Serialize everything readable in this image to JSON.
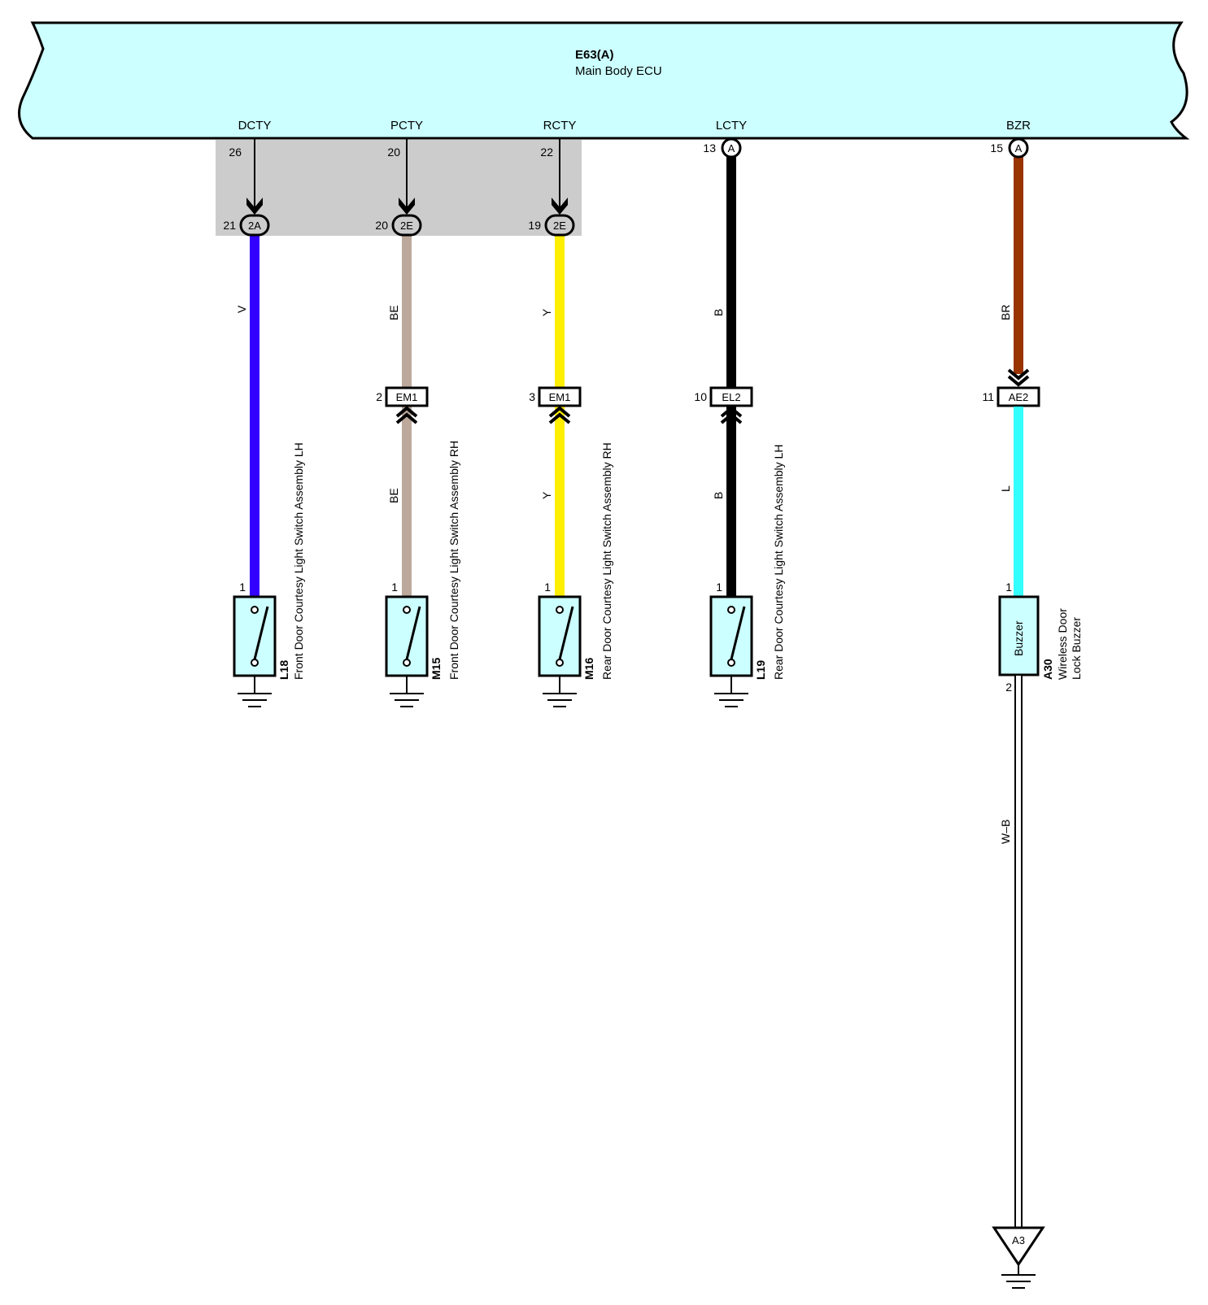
{
  "ecu": {
    "id": "E63(A)",
    "name": "Main Body ECU",
    "fill": "#ccffff"
  },
  "circuits": [
    {
      "signal": "DCTY",
      "ecu_pin": "26",
      "connector": {
        "label": "2A",
        "pin": "21",
        "shape": "oval"
      },
      "wire_upper": {
        "code": "V",
        "color": "#3300ff"
      },
      "component": {
        "pin": "1",
        "id": "L18",
        "name": "Front Door Courtesy Light Switch Assembly LH"
      }
    },
    {
      "signal": "PCTY",
      "ecu_pin": "20",
      "connector": {
        "label": "2E",
        "pin": "20",
        "shape": "oval"
      },
      "wire_upper": {
        "code": "BE",
        "color": "#bca99c"
      },
      "inline": {
        "label": "EM1",
        "pin": "2"
      },
      "wire_lower": {
        "code": "BE",
        "color": "#bca99c"
      },
      "component": {
        "pin": "1",
        "id": "M15",
        "name": "Front Door Courtesy Light Switch Assembly RH"
      }
    },
    {
      "signal": "RCTY",
      "ecu_pin": "22",
      "connector": {
        "label": "2E",
        "pin": "19",
        "shape": "oval"
      },
      "wire_upper": {
        "code": "Y",
        "color": "#ffee00"
      },
      "inline": {
        "label": "EM1",
        "pin": "3"
      },
      "wire_lower": {
        "code": "Y",
        "color": "#ffee00"
      },
      "component": {
        "pin": "1",
        "id": "M16",
        "name": "Rear Door Courtesy Light Switch Assembly RH"
      }
    },
    {
      "signal": "LCTY",
      "ecu_pin": "13",
      "connector": {
        "label": "A",
        "shape": "circle"
      },
      "wire_upper": {
        "code": "B",
        "color": "#000000"
      },
      "inline": {
        "label": "EL2",
        "pin": "10"
      },
      "wire_lower": {
        "code": "B",
        "color": "#000000"
      },
      "component": {
        "pin": "1",
        "id": "L19",
        "name": "Rear Door Courtesy Light Switch Assembly LH"
      }
    },
    {
      "signal": "BZR",
      "ecu_pin": "15",
      "connector": {
        "label": "A",
        "shape": "circle"
      },
      "wire_upper": {
        "code": "BR",
        "color": "#993300"
      },
      "inline": {
        "label": "AE2",
        "pin": "11"
      },
      "wire_lower": {
        "code": "L",
        "color": "#33ffff"
      },
      "component": {
        "pin": "1",
        "pin2": "2",
        "id": "A30",
        "inner_label": "Buzzer",
        "name_line1": "Wireless Door",
        "name_line2": "Lock Buzzer"
      },
      "ground_wire": {
        "code": "W–B",
        "color": "#ffffff"
      },
      "ground_point": "A3"
    }
  ]
}
